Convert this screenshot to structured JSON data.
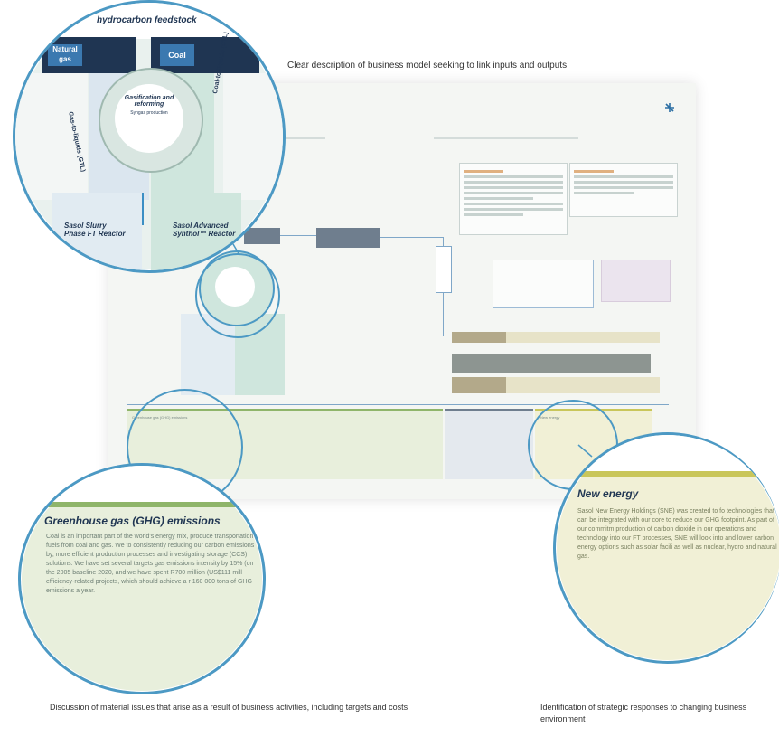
{
  "captions": {
    "top": "Clear description of business model seeking to link inputs and outputs",
    "bottom_left": "Discussion of material issues that arise as a result of business activities, including targets and costs",
    "bottom_right": "Identification of strategic responses to changing business environment"
  },
  "zoom_top": {
    "header": "hydrocarbon feedstock",
    "gas_label": "Natural gas",
    "coal_label": "Coal",
    "center_title": "Gasification and reforming",
    "center_sub": "Syngas production",
    "left_reactor": "Sasol Slurry Phase FT Reactor",
    "right_reactor": "Sasol Advanced Synthol™ Reactor",
    "left_arc": "Gas-to-liquids (GTL)",
    "right_arc": "Coal-to-liquids (CTL)"
  },
  "zoom_left": {
    "title": "Greenhouse gas (GHG) emissions",
    "body": "Coal is an important part of the world's energy mix, produce transportation fuels from coal and gas. We to consistently reducing our carbon emissions by, more efficient production processes and investigating storage (CCS) solutions. We have set several targets gas emissions intensity by 15% (on the 2005 baseline 2020, and we have spent R700 million (US$111 mill efficiency-related projects, which should achieve a r 160 000 tons of GHG emissions a year."
  },
  "zoom_right": {
    "title": "New energy",
    "body": "Sasol New Energy Holdings (SNE) was created to fo technologies that can be integrated with our core to reduce our GHG footprint. As part of our commitm production of carbon dioxide in our operations and technology into our FT processes, SNE will look into and lower carbon energy options such as solar facili as well as nuclear, hydro and natural gas."
  },
  "page_thumb": {
    "section_left": "Greenhouse gas (GHG) emissions",
    "section_right": "New energy"
  },
  "colors": {
    "accent_blue": "#4c99c4",
    "navy": "#1f3552",
    "green_band": "#8fb56a",
    "yellow_band": "#c9c65a",
    "mint": "#cfe6dd",
    "slate": "#6f7e8e"
  }
}
